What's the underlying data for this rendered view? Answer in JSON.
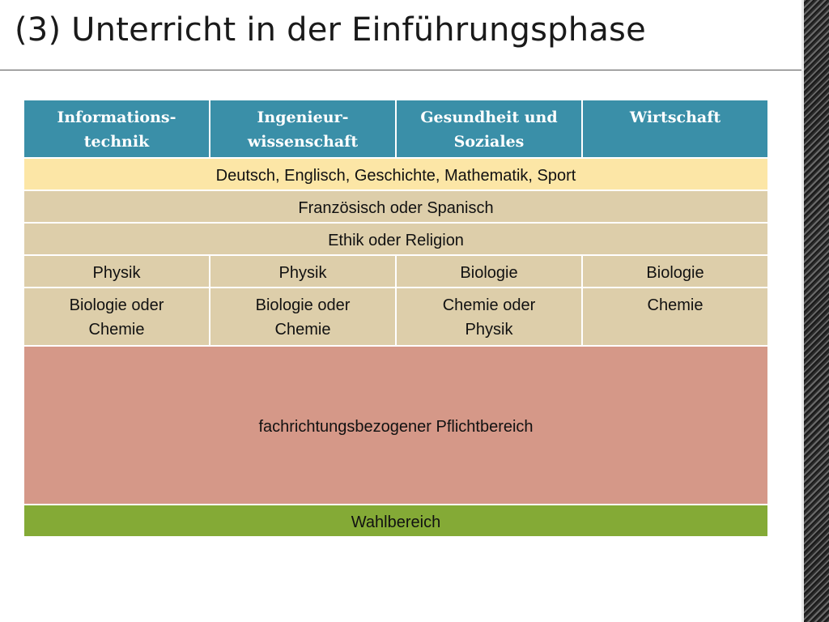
{
  "slide": {
    "title": "(3)  Unterricht in der Einführungsphase"
  },
  "table": {
    "headers": [
      "Informations-\ntechnik",
      "Ingenieur-\nwissenschaft",
      "Gesundheit und\nSoziales",
      "Wirtschaft"
    ],
    "row_core": "Deutsch, Englisch, Geschichte, Mathematik, Sport",
    "row_language": "Französisch oder Spanisch",
    "row_ethics": "Ethik oder Religion",
    "row_science1": [
      "Physik",
      "Physik",
      "Biologie",
      "Biologie"
    ],
    "row_science2": [
      "Biologie oder\nChemie",
      "Biologie oder\nChemie",
      "Chemie oder\nPhysik",
      "Chemie"
    ],
    "row_pflicht": "fachrichtungsbezogener Pflichtbereich",
    "row_wahl": "Wahlbereich"
  },
  "colors": {
    "header": "#3a8fa8",
    "core": "#fce6a6",
    "tan": "#ddceaa",
    "pflicht": "#d59888",
    "wahl": "#84aa36"
  }
}
